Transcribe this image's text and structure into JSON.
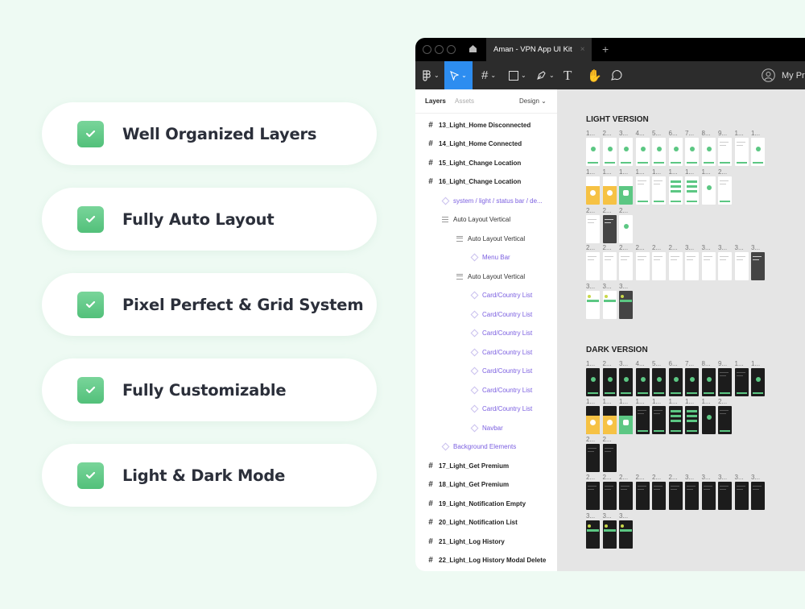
{
  "features": [
    {
      "label": "Well Organized Layers"
    },
    {
      "label": "Fully Auto Layout"
    },
    {
      "label": "Pixel Perfect & Grid System"
    },
    {
      "label": "Fully Customizable"
    },
    {
      "label": "Light & Dark Mode"
    }
  ],
  "window": {
    "tab_title": "Aman - VPN App UI Kit",
    "tab_close": "×",
    "new_tab": "+",
    "profile_label": "My Pr"
  },
  "panel": {
    "tabs": {
      "layers": "Layers",
      "assets": "Assets",
      "design": "Design ⌄"
    },
    "layers": [
      {
        "label": "13_Light_Home Disconnected",
        "type": "frame",
        "level": 0
      },
      {
        "label": "14_Light_Home Connected",
        "type": "frame",
        "level": 0
      },
      {
        "label": "15_Light_Change Location",
        "type": "frame",
        "level": 0
      },
      {
        "label": "16_Light_Change Location",
        "type": "frame",
        "level": 0
      },
      {
        "label": "system / light / status bar / de...",
        "type": "comp",
        "level": 1
      },
      {
        "label": "Auto Layout Vertical",
        "type": "auto",
        "level": 1
      },
      {
        "label": "Auto Layout Vertical",
        "type": "auto",
        "level": 2
      },
      {
        "label": "Menu Bar",
        "type": "comp",
        "level": 3
      },
      {
        "label": "Auto Layout Vertical",
        "type": "auto",
        "level": 2
      },
      {
        "label": "Card/Country List",
        "type": "comp",
        "level": 3
      },
      {
        "label": "Card/Country List",
        "type": "comp",
        "level": 3
      },
      {
        "label": "Card/Country List",
        "type": "comp",
        "level": 3
      },
      {
        "label": "Card/Country List",
        "type": "comp",
        "level": 3
      },
      {
        "label": "Card/Country List",
        "type": "comp",
        "level": 3
      },
      {
        "label": "Card/Country List",
        "type": "comp",
        "level": 3
      },
      {
        "label": "Card/Country List",
        "type": "comp",
        "level": 3
      },
      {
        "label": "Navbar",
        "type": "comp",
        "level": 3
      },
      {
        "label": "Background Elements",
        "type": "comp",
        "level": 1
      },
      {
        "label": "17_Light_Get Premium",
        "type": "frame",
        "level": 0
      },
      {
        "label": "18_Light_Get Premium",
        "type": "frame",
        "level": 0
      },
      {
        "label": "19_Light_Notification Empty",
        "type": "frame",
        "level": 0
      },
      {
        "label": "20_Light_Notification List",
        "type": "frame",
        "level": 0
      },
      {
        "label": "21_Light_Log History",
        "type": "frame",
        "level": 0
      },
      {
        "label": "22_Light_Log History Modal Delete",
        "type": "frame",
        "level": 0
      }
    ]
  },
  "canvas": {
    "sections": [
      {
        "title": "LIGHT VERSION",
        "theme": "light",
        "rows": [
          [
            "1...",
            "2...",
            "3...",
            "4...",
            "5...",
            "6...",
            "7...",
            "8...",
            "9...",
            "1...",
            "1..."
          ],
          [
            "1...",
            "1...",
            "1...",
            "1...",
            "1...",
            "1...",
            "1...",
            "1...",
            "2..."
          ],
          [
            "2...",
            "2...",
            "2..."
          ],
          [
            "2...",
            "2...",
            "2...",
            "2...",
            "2...",
            "2...",
            "3...",
            "3...",
            "3...",
            "3...",
            "3..."
          ],
          [
            "3...",
            "3...",
            "3..."
          ]
        ]
      },
      {
        "title": "DARK VERSION",
        "theme": "dark",
        "rows": [
          [
            "1...",
            "2...",
            "3...",
            "4...",
            "5...",
            "6...",
            "7...",
            "8...",
            "9...",
            "1...",
            "1..."
          ],
          [
            "1...",
            "1...",
            "1...",
            "1...",
            "1...",
            "1...",
            "1...",
            "1...",
            "2..."
          ],
          [
            "2...",
            "2..."
          ],
          [
            "2...",
            "2...",
            "2...",
            "2...",
            "2...",
            "2...",
            "3...",
            "3...",
            "3...",
            "3...",
            "3..."
          ],
          [
            "3...",
            "3...",
            "3..."
          ]
        ]
      }
    ]
  },
  "colors": {
    "accent": "#2d8df0",
    "green": "#5cc783",
    "yellow": "#f6c244",
    "component": "#7b5fe0"
  }
}
